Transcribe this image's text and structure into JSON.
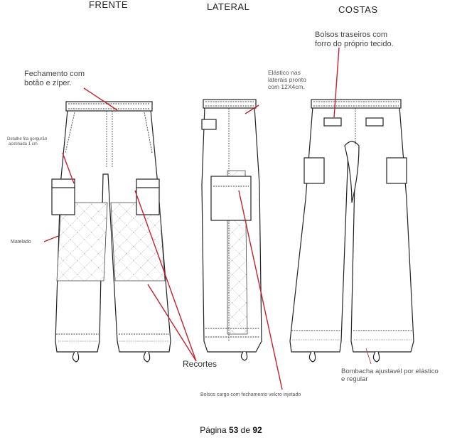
{
  "views": {
    "front": "FRENTE",
    "side": "LATERAL",
    "back": "COSTAS"
  },
  "annotations": {
    "closure": [
      "Fechamento com",
      "botão e zíper."
    ],
    "ribbon": [
      "Detalhe fita gorgurão",
      "acetinada 1 cm"
    ],
    "quilted": "Matelado",
    "elastic": [
      "Elástico nas",
      "laterais pronto",
      "com 12X4cm."
    ],
    "back_pockets": [
      "Bolsos traseiros com",
      "forro do próprio tecido."
    ],
    "cuts": "Recortes",
    "cargo_pockets": "Bolsos cargo com fechamento velcro injetado",
    "bombacha": [
      "Bombacha ajustavél por elástico",
      "e regular"
    ]
  },
  "footer": {
    "prefix": "Página",
    "page": "53",
    "sep": "de",
    "total": "92"
  },
  "colors": {
    "annotation_line": "#c4202f"
  }
}
